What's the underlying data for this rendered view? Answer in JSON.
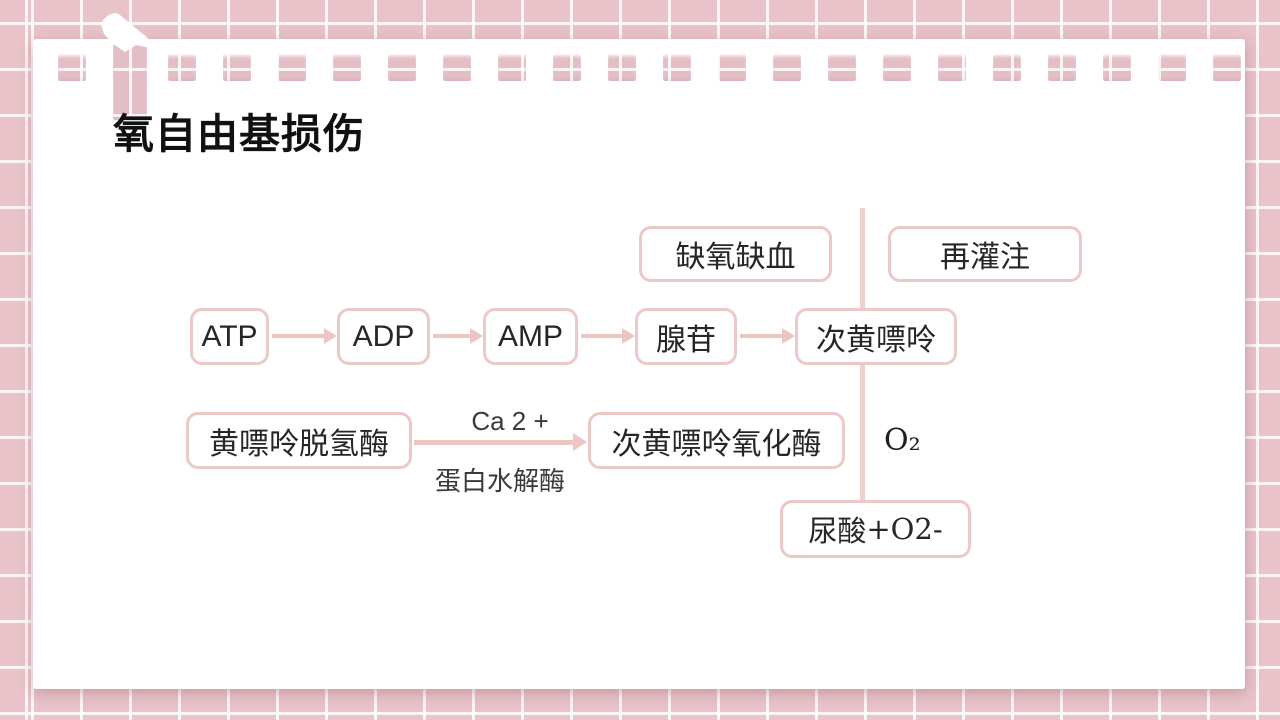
{
  "slide": {
    "title": "氧自由基损伤",
    "colors": {
      "background_pink": "#e8c3c9",
      "grid_line": "#ffffff",
      "paper": "#ffffff",
      "box_border": "#ecc9c6",
      "arrow": "#ecc6c3",
      "text": "#262626"
    },
    "diagram": {
      "boxes": {
        "ischemia": "缺氧缺血",
        "reperfusion": "再灌注",
        "atp": "ATP",
        "adp": "ADP",
        "amp": "AMP",
        "adenosine": "腺苷",
        "hypoxanthine": "次黄嘌呤",
        "xanthine_dehydrogenase": "黄嘌呤脱氢酶",
        "xanthine_oxidase": "次黄嘌呤氧化酶",
        "uric_acid_text": "尿酸",
        "uric_acid_formula": "+O2-"
      },
      "labels": {
        "calcium": "Ca 2 +",
        "protease": "蛋白水解酶",
        "oxygen": "O₂"
      }
    }
  }
}
